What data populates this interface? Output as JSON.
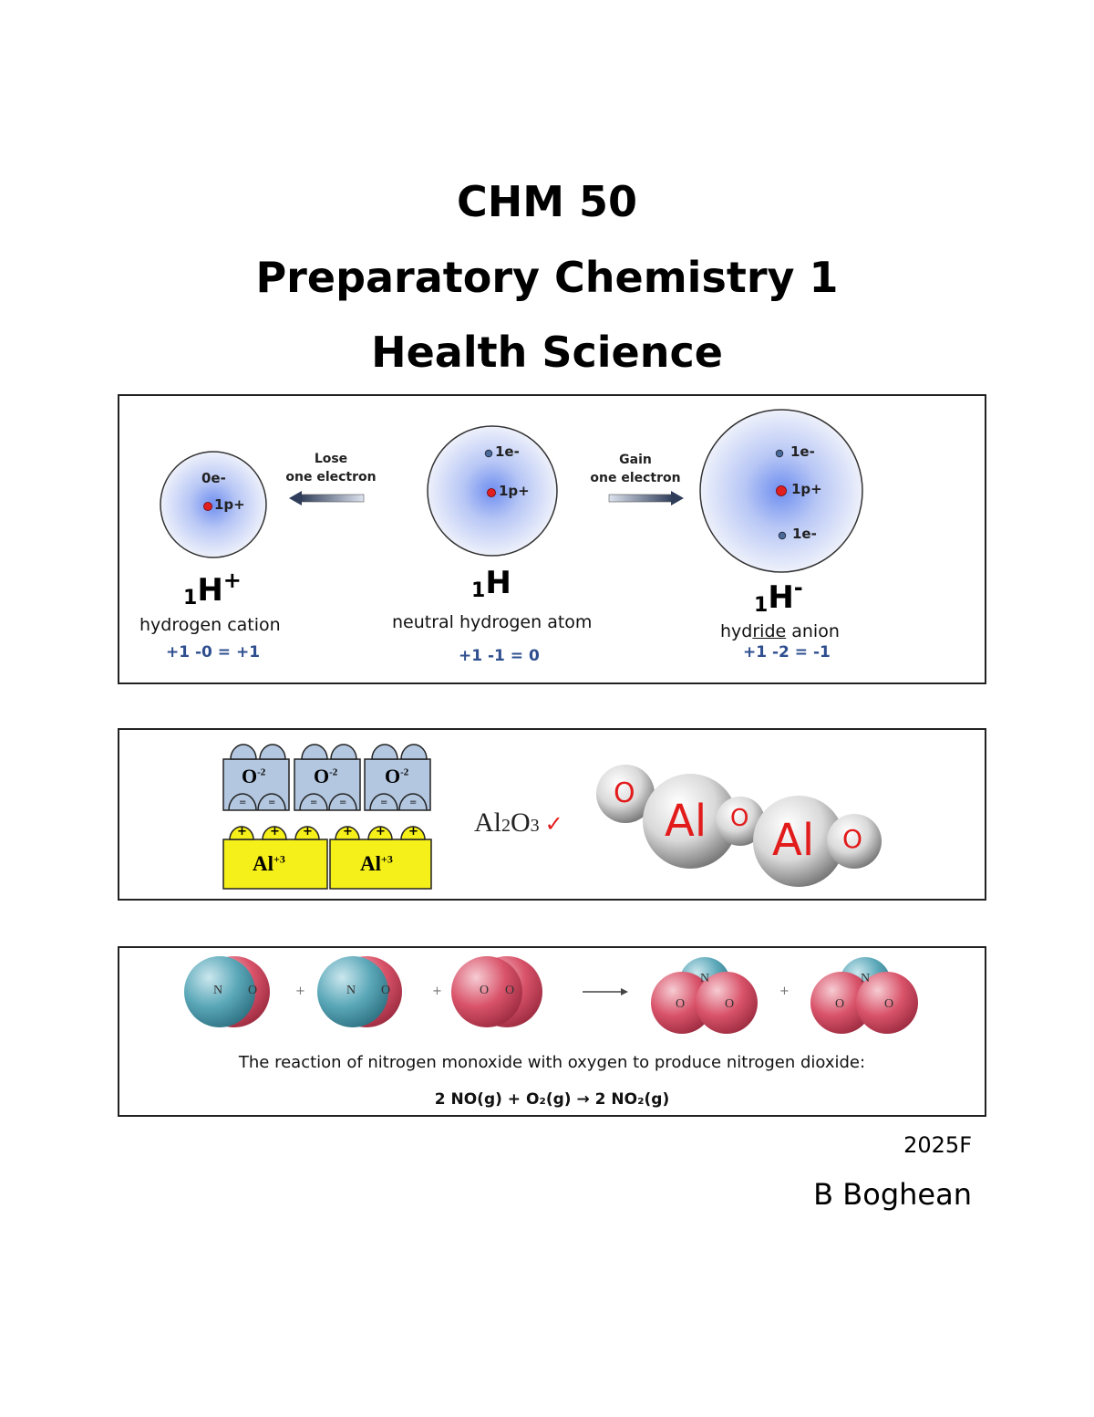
{
  "header": {
    "course_code": "CHM 50",
    "course_title": "Preparatory Chemistry 1",
    "program": "Health Science"
  },
  "hydrogen_panel": {
    "lose_label_1": "Lose",
    "lose_label_2": "one electron",
    "gain_label_1": "Gain",
    "gain_label_2": "one electron",
    "cation": {
      "electron_label": "0e-",
      "proton_label": "1p+",
      "mass_number": "1",
      "element": "H",
      "charge": "+",
      "name": "hydrogen cation",
      "equation": "+1 -0 = +1"
    },
    "neutral": {
      "electron_label": "1e-",
      "proton_label": "1p+",
      "mass_number": "1",
      "element": "H",
      "name": "neutral hydrogen atom",
      "equation": "+1 -1 = 0"
    },
    "anion": {
      "electron_label_top": "1e-",
      "proton_label": "1p+",
      "electron_label_bottom": "1e-",
      "mass_number": "1",
      "element": "H",
      "charge": "-",
      "name_prefix": "hyd",
      "name_underlined": "ride",
      "name_suffix": " anion",
      "equation": "+1 -2 = -1"
    },
    "colors": {
      "proton": "#e02020",
      "electron": "#4a6a9a",
      "equation": "#2f4f8f"
    }
  },
  "alumina_panel": {
    "oxide_symbol": "O",
    "oxide_charge": "-2",
    "aluminum_symbol": "Al",
    "aluminum_charge": "+3",
    "plus_sign": "+",
    "minus_sign": "=",
    "formula_el1": "Al",
    "formula_n1": "2",
    "formula_el2": "O",
    "formula_n2": "3",
    "check_mark": "✓",
    "molecule_atoms": [
      "O",
      "Al",
      "O",
      "Al",
      "O"
    ],
    "colors": {
      "oxide_tile": "#b3c7e0",
      "al_tile": "#f5ef1a",
      "atom_label": "#e21b1b"
    }
  },
  "reaction_panel": {
    "n_label": "N",
    "o_label": "O",
    "plus_sign": "+",
    "caption": "The reaction of nitrogen monoxide with oxygen to produce nitrogen dioxide:",
    "equation": "2 NO(g) + O₂(g)  → 2 NO₂(g)",
    "colors": {
      "nitrogen": "#5aa7b8",
      "oxygen": "#d9536a"
    }
  },
  "footer": {
    "term": "2025F",
    "author": "B Boghean"
  }
}
